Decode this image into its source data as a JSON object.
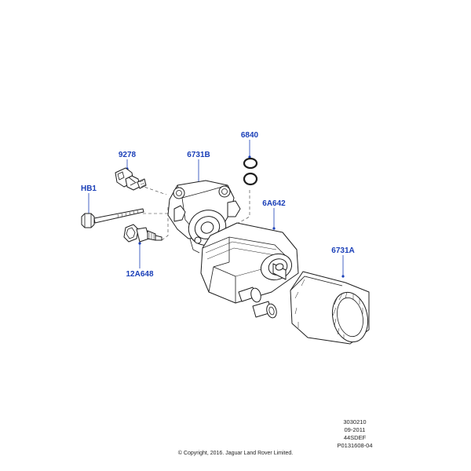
{
  "callouts": {
    "hb1": "HB1",
    "p9278": "9278",
    "p6731b": "6731B",
    "p6840": "6840",
    "p6a642": "6A642",
    "p12a648": "12A648",
    "p6731a": "6731A"
  },
  "reference": {
    "line1": "3030210",
    "line2": "09-2011",
    "line3": "44SDEF",
    "line4": "P0131608-04"
  },
  "copyright": "© Copyright, 2016. Jaguar Land Rover Limited.",
  "colors": {
    "callout": "#1a3fb8",
    "line": "#1e1e1e"
  }
}
